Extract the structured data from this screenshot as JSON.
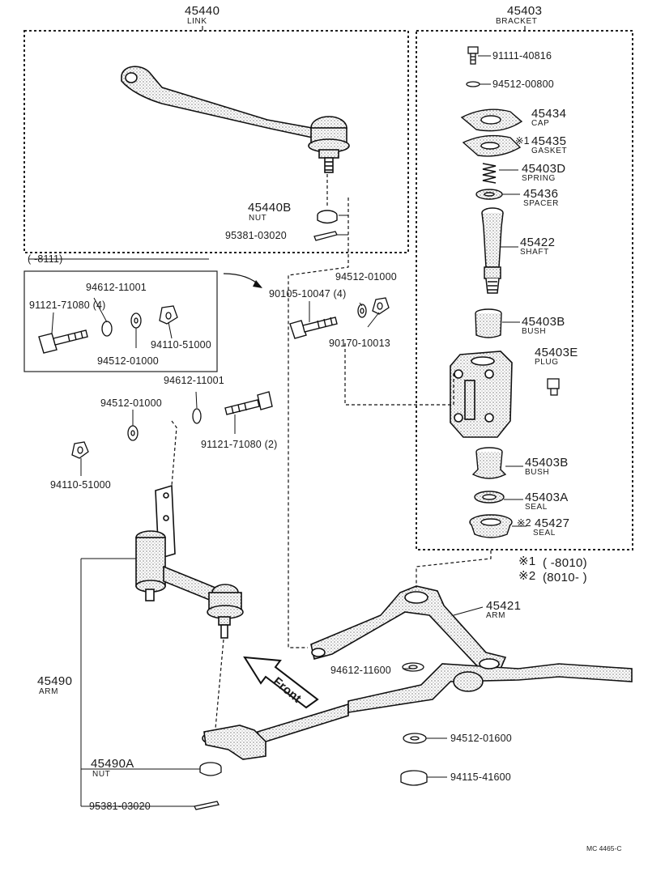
{
  "title_code": "MC 4465-C",
  "groups": {
    "link": {
      "number": "45440",
      "name": "LINK"
    },
    "bracket": {
      "number": "45403",
      "name": "BRACKET"
    }
  },
  "date_range_early": "(     -8111)",
  "notes": {
    "n1_mark": "※1",
    "n1_range": "(       -8010)",
    "n2_mark": "※2",
    "n2_range": "(8010-       )"
  },
  "parts": {
    "p45440B": {
      "number": "45440B",
      "name": "NUT"
    },
    "p95381_top": {
      "number": "95381-03020"
    },
    "p94612_box": {
      "number": "94612-11001"
    },
    "p91121_box": {
      "number": "91121-71080 (4)"
    },
    "p94110_box": {
      "number": "94110-51000"
    },
    "p94512_box": {
      "number": "94512-01000"
    },
    "p94512_mid": {
      "number": "94512-01000"
    },
    "p90105": {
      "number": "90105-10047 (4)"
    },
    "p90170": {
      "number": "90170-10013"
    },
    "p94612_left": {
      "number": "94612-11001"
    },
    "p94512_left": {
      "number": "94512-01000"
    },
    "p91121_left": {
      "number": "91121-71080 (2)"
    },
    "p94110_left": {
      "number": "94110-51000"
    },
    "p91111": {
      "number": "91111-40816"
    },
    "p94512_00800": {
      "number": "94512-00800"
    },
    "p45434": {
      "number": "45434",
      "name": "CAP"
    },
    "p45435": {
      "mark": "※1",
      "number": "45435",
      "name": "GASKET"
    },
    "p45403D": {
      "number": "45403D",
      "name": "SPRING"
    },
    "p45436": {
      "number": "45436",
      "name": "SPACER"
    },
    "p45422": {
      "number": "45422",
      "name": "SHAFT"
    },
    "p45403B_top": {
      "number": "45403B",
      "name": "BUSH"
    },
    "p45403E": {
      "number": "45403E",
      "name": "PLUG"
    },
    "p45403B_bot": {
      "number": "45403B",
      "name": "BUSH"
    },
    "p45403A": {
      "number": "45403A",
      "name": "SEAL"
    },
    "p45427": {
      "mark": "※2",
      "number": "45427",
      "name": "SEAL"
    },
    "p45421": {
      "number": "45421",
      "name": "ARM"
    },
    "p94612_11600": {
      "number": "94612-11600"
    },
    "p94512_01600": {
      "number": "94512-01600"
    },
    "p94115_41600": {
      "number": "94115-41600"
    },
    "p45490": {
      "number": "45490",
      "name": "ARM"
    },
    "p45490A": {
      "number": "45490A",
      "name": "NUT"
    },
    "p95381_bot": {
      "number": "95381-03020"
    }
  },
  "front_label": "Front"
}
